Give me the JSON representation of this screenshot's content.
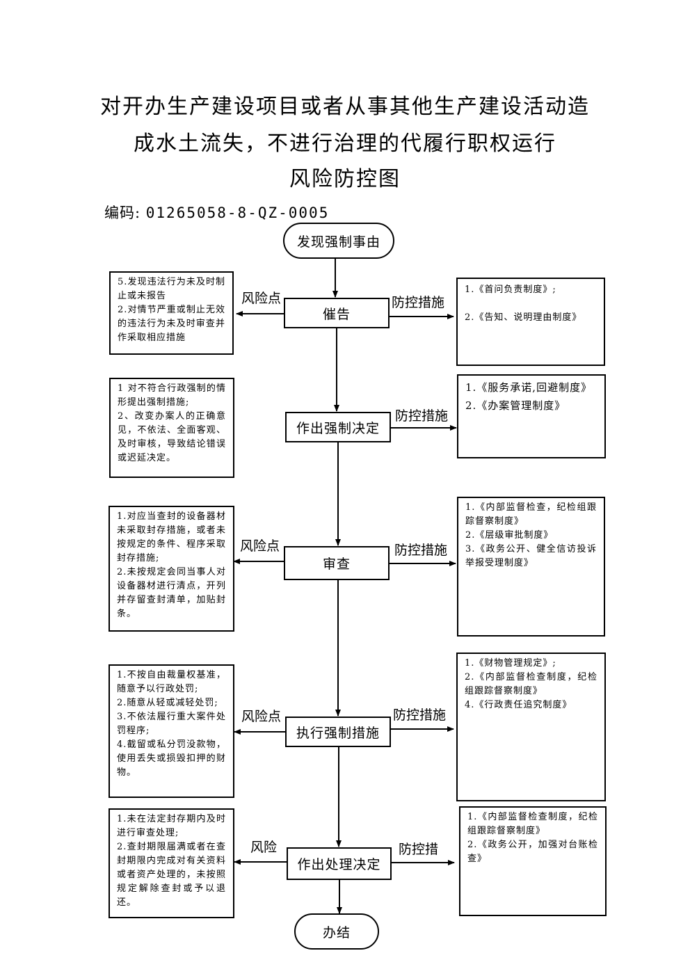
{
  "title": {
    "line1": "对开办生产建设项目或者从事其他生产建设活动造",
    "line2": "成水土流失，不进行治理的代履行职权运行",
    "line3": "风险防控图"
  },
  "code": {
    "label": "编码:",
    "value": "01265058-8-QZ-0005"
  },
  "labels": {
    "risk": "风险点",
    "control": "防控措施",
    "risk_cut": "风险",
    "control_cut": "防控措"
  },
  "steps": {
    "start": "发现强制事由",
    "s1": "催告",
    "s2": "作出强制决定",
    "s3": "审查",
    "s4": "执行强制措施",
    "s5": "作出处理决定",
    "end": "办结"
  },
  "risks": {
    "r1": [
      "5.发现违法行为未及时制止或未报告",
      "2.对情节严重或制止无效的违法行为未及时审查并作采取相应措施"
    ],
    "r2": [
      "1 对不符合行政强制的情形提出强制措施;",
      "2、改变办案人的正确意见，不依法、全面客观、及时审核，导致结论错误或迟延决定。"
    ],
    "r3": [
      "1.对应当查封的设备器材未采取封存措施，或者未按规定的条件、程序采取封存措施;",
      "2.未按规定会同当事人对设备器材进行清点，开列并存留查封清单，加贴封条。"
    ],
    "r4": [
      "1.不按自由裁量权基准，随意予以行政处罚;",
      "2.随意从轻或减轻处罚;",
      "3.不依法履行重大案件处罚程序;",
      "4.截留或私分罚没款物，使用丢失或损毁扣押的财物。"
    ],
    "r5": [
      "1.未在法定封存期内及时进行审查处理;",
      "2.查封期限届满或者在查封期限内完成对有关资料或者资产处理的，未按照规定解除查封或予以退还。"
    ]
  },
  "controls": {
    "c1": [
      "1.《首问负责制度》;",
      "2.《告知、说明理由制度》"
    ],
    "c2": [
      "1.《服务承诺,回避制度》",
      "2.《办案管理制度》"
    ],
    "c3": [
      "1.《内部监督检查，纪检组跟踪督察制度》",
      "2.《层级审批制度》",
      "3.《政务公开、健全信访投诉举报受理制度》"
    ],
    "c4": [
      "1.《财物管理规定》;",
      "2.《内部监督检查制度，纪检组跟踪督察制度》",
      "4.《行政责任追究制度》"
    ],
    "c5": [
      "1.《内部监督检查制度，纪检组跟踪督察制度》",
      "2.《政务公开，加强对台账检查》"
    ]
  }
}
